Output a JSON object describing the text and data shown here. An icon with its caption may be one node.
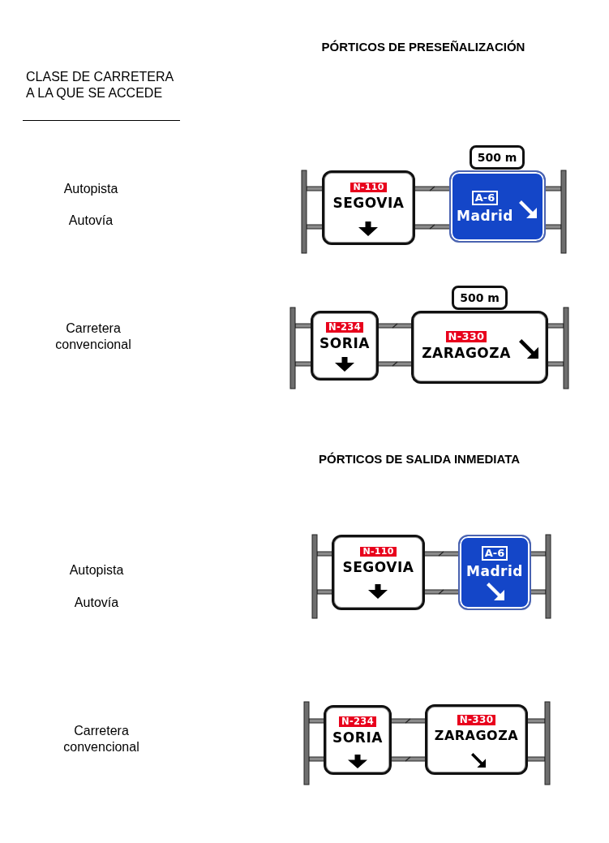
{
  "diagram": {
    "nodes": [
      {
        "text": [
          "SEGOVIA"
        ]
      },
      {
        "text": [
          "N-110"
        ],
        "in": 0
      },
      {
        "text": [
          "500 m"
        ]
      },
      {
        "text": [
          "Madrid"
        ]
      },
      {
        "text": [
          "A-6"
        ],
        "in": 3
      },
      {
        "text": [
          "SORIA"
        ]
      },
      {
        "text": [
          "N-234"
        ],
        "in": 5
      },
      {
        "text": [
          "500 m"
        ]
      },
      {
        "text": [
          "ZARAGOZA"
        ]
      },
      {
        "text": [
          "N-330"
        ],
        "in": 8
      },
      {
        "text": [
          "SEGOVIA"
        ]
      },
      {
        "text": [
          "N-110"
        ],
        "in": 10
      },
      {
        "text": [
          "Madrid"
        ]
      },
      {
        "text": [
          "A-6"
        ],
        "in": 12
      },
      {
        "text": [
          "SORIA"
        ]
      },
      {
        "text": [
          "N-234"
        ],
        "in": 14
      },
      {
        "text": [
          "ZARAGOZA"
        ]
      },
      {
        "text": [
          "N-330"
        ],
        "in": 16
      }
    ],
    "labels": [
      "PÓRTICOS DE PRESEÑALIZACIÓN",
      "CLASE DE CARRETERA A LA QUE SE ACCEDE",
      "Autopista",
      "Autovía",
      "Carretera convencional",
      "PÓRTICOS DE SALIDA INMEDIATA",
      "Autopista",
      "Autovía",
      "Carretera convencional"
    ]
  }
}
